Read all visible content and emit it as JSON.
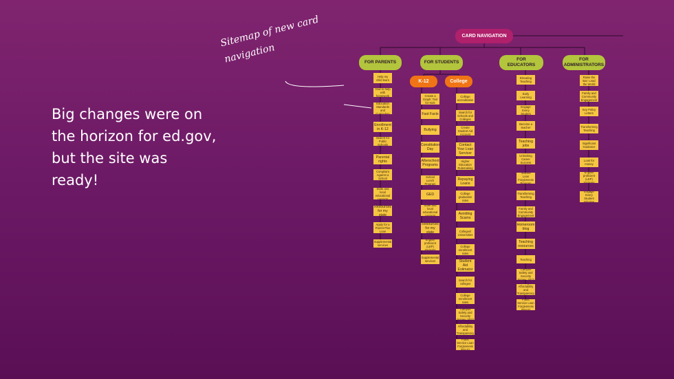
{
  "slide": {
    "headline": "Big changes were on the horizon for ed.gov, but the site was ready!",
    "annotation": "Sitemap of new card navigation"
  },
  "sitemap": {
    "root": "CARD NAVIGATION",
    "parents": {
      "label": "FOR PARENTS",
      "items": [
        "Help my child learn",
        "How to help with homework",
        "Education Standards and Curriculum",
        "Enrollment in K-12",
        "Search for Public Schools",
        "Parental rights",
        "Complaint Against a School",
        "State and local educational contacts",
        "Resources for my state",
        "Apply for a Parent Plus Loan",
        "Supplemental services"
      ]
    },
    "students": {
      "label": "FOR STUDENTS",
      "k12": {
        "label": "K-12",
        "items": [
          "Create a Graph: Tool for Kids",
          "Fast Facts",
          "Bullying",
          "Constitution Day",
          "Afterschool Programs",
          "School Lunch Program",
          "GED",
          "State and local educational contacts",
          "Resources for my state",
          "Limited English proficient (LEP) students services",
          "Supplemental services"
        ]
      },
      "college": {
        "label": "College",
        "items": [
          "College accreditation",
          "Search for Schools and Colleges",
          "Create Student Aid Account",
          "Contact Your Loan Servicer",
          "Higher Education Rulemaking",
          "Repaying Loans",
          "College graduation rates",
          "Avoiding Scams",
          "Colleges/ Universities",
          "College enrollment rates",
          "Student Aid Estimator",
          "Search for colleges",
          "College enrollment rates",
          "Campus Safety and Security Survey, 2013",
          "College Affordability and Transparency Center",
          "Public Service Loan Forgiveness (PSLF)"
        ]
      }
    },
    "educators": {
      "label": "FOR EDUCATORS",
      "items": [
        "Elevating Teaching",
        "Early Learning",
        "Engage Every Student",
        "Become a teacher",
        "Teaching jobs",
        "Unlocking Career Success",
        "Teacher Loan Forgiveness Program",
        "Transforming Teaching",
        "Family and Community Engagement",
        "Homeroom blog",
        "Teaching resources",
        "Teaching",
        "Campus Safety and Security Survey, 2013",
        "College Affordability and Transparency Center",
        "Public Service Loan Forgiveness (PSLF)"
      ]
    },
    "administrators": {
      "label": "FOR ADMINISTRATORS",
      "items": [
        "Raise the Bar: Lead the World",
        "Family and Community Engagement",
        "Key Policy Letters",
        "Transforming Teaching",
        "Significant Guidance",
        "Look for money",
        "Limited English proficient (LEP) students services",
        "Engage Every Student Initiative"
      ]
    }
  }
}
